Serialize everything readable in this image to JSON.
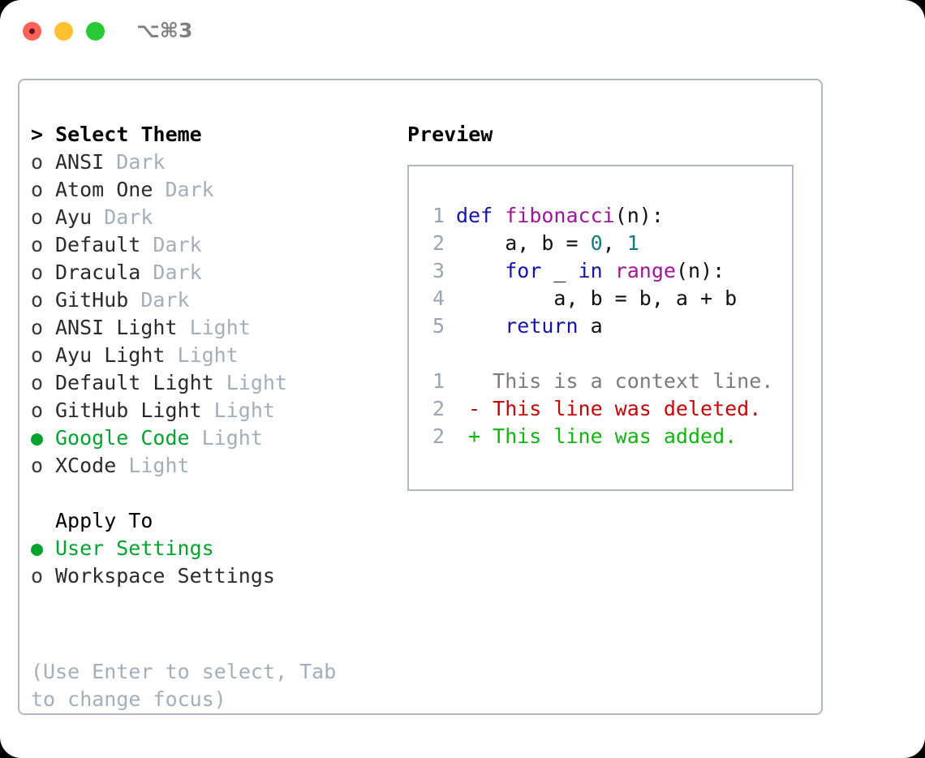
{
  "titlebar": {
    "shortcut": "⌥⌘3",
    "buttons": [
      "close",
      "minimize",
      "maximize"
    ]
  },
  "theme_picker": {
    "header": "> Select Theme",
    "focused": true,
    "items": [
      {
        "marker": "o",
        "name": "ANSI",
        "category": "Dark",
        "selected": false
      },
      {
        "marker": "o",
        "name": "Atom One",
        "category": "Dark",
        "selected": false
      },
      {
        "marker": "o",
        "name": "Ayu",
        "category": "Dark",
        "selected": false
      },
      {
        "marker": "o",
        "name": "Default",
        "category": "Dark",
        "selected": false
      },
      {
        "marker": "o",
        "name": "Dracula",
        "category": "Dark",
        "selected": false
      },
      {
        "marker": "o",
        "name": "GitHub",
        "category": "Dark",
        "selected": false
      },
      {
        "marker": "o",
        "name": "ANSI Light",
        "category": "Light",
        "selected": false
      },
      {
        "marker": "o",
        "name": "Ayu Light",
        "category": "Light",
        "selected": false
      },
      {
        "marker": "o",
        "name": "Default Light",
        "category": "Light",
        "selected": false
      },
      {
        "marker": "o",
        "name": "GitHub Light",
        "category": "Light",
        "selected": false
      },
      {
        "marker": "●",
        "name": "Google Code",
        "category": "Light",
        "selected": true
      },
      {
        "marker": "o",
        "name": "XCode",
        "category": "Light",
        "selected": false
      }
    ]
  },
  "apply_to": {
    "header": "Apply To",
    "items": [
      {
        "marker": "●",
        "name": "User Settings",
        "selected": true
      },
      {
        "marker": "o",
        "name": "Workspace Settings",
        "selected": false
      }
    ]
  },
  "hint": "(Use Enter to select, Tab to change focus)",
  "preview": {
    "title": "Preview",
    "code_lines": [
      {
        "number": "1",
        "tokens": [
          {
            "t": "def ",
            "c": "kw"
          },
          {
            "t": "fibonacci",
            "c": "fn"
          },
          {
            "t": "(n):",
            "c": "txt"
          }
        ]
      },
      {
        "number": "2",
        "tokens": [
          {
            "t": "    a, b = ",
            "c": "txt"
          },
          {
            "t": "0",
            "c": "num"
          },
          {
            "t": ", ",
            "c": "txt"
          },
          {
            "t": "1",
            "c": "num"
          }
        ]
      },
      {
        "number": "3",
        "tokens": [
          {
            "t": "    ",
            "c": "txt"
          },
          {
            "t": "for",
            "c": "kw"
          },
          {
            "t": " _ ",
            "c": "txt"
          },
          {
            "t": "in",
            "c": "kw"
          },
          {
            "t": " ",
            "c": "txt"
          },
          {
            "t": "range",
            "c": "fn"
          },
          {
            "t": "(n):",
            "c": "txt"
          }
        ]
      },
      {
        "number": "4",
        "tokens": [
          {
            "t": "        a, b = b, a + b",
            "c": "txt"
          }
        ]
      },
      {
        "number": "5",
        "tokens": [
          {
            "t": "    ",
            "c": "txt"
          },
          {
            "t": "return",
            "c": "kw"
          },
          {
            "t": " a",
            "c": "txt"
          }
        ]
      }
    ],
    "diff_lines": [
      {
        "number": "1",
        "tokens": [
          {
            "t": "   This is a context line.",
            "c": "ctx"
          }
        ]
      },
      {
        "number": "2",
        "tokens": [
          {
            "t": " - This line was deleted.",
            "c": "del"
          }
        ]
      },
      {
        "number": "2",
        "tokens": [
          {
            "t": " + This line was added.",
            "c": "add"
          }
        ]
      }
    ]
  },
  "colors": {
    "selected_green": "#00a32e",
    "muted_gray": "#a4aeba",
    "border": "#b0b8c4",
    "keyword_blue": "#1414a8",
    "function_magenta": "#a0169a",
    "number_teal": "#0d7d7d",
    "diff_deleted_red": "#c40606",
    "diff_added_green": "#10b510"
  }
}
